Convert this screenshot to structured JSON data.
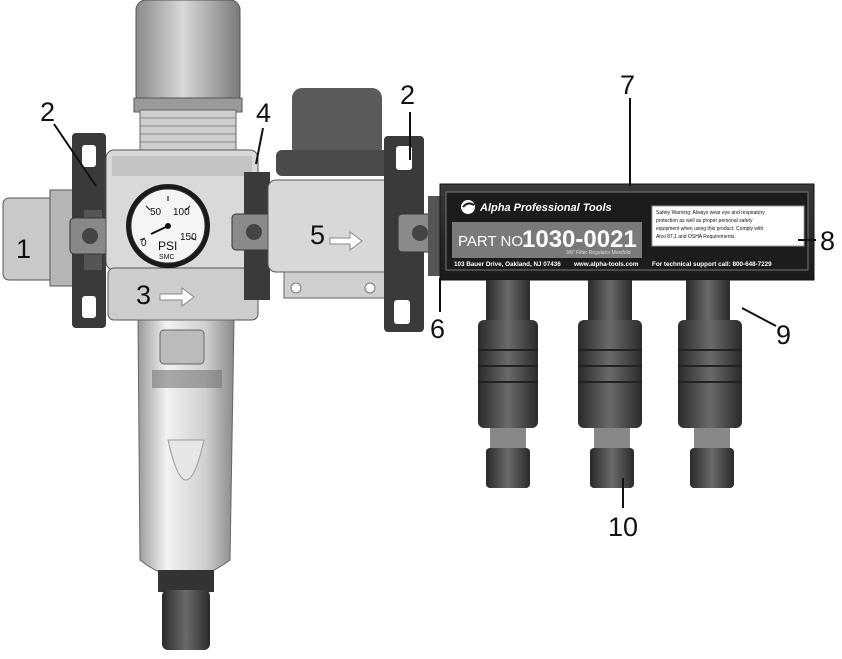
{
  "callouts": {
    "c1": "1",
    "c2a": "2",
    "c2b": "2",
    "c3": "3",
    "c4": "4",
    "c5": "5",
    "c6": "6",
    "c7": "7",
    "c8": "8",
    "c9": "9",
    "c10": "10"
  },
  "gauge": {
    "t0": "0",
    "t50": "50",
    "t100": "100",
    "t150": "150",
    "unit": "PSI",
    "maker": "SMC"
  },
  "nameplate": {
    "brand": "Alpha Professional Tools",
    "part_label": "PART NO",
    "part_number": "1030-0021",
    "subtitle": "3/8\" Filter Regulator Manifold",
    "address": "103 Bauer Drive, Oakland, NJ 07436",
    "website": "www.alpha-tools.com",
    "support": "For technical support call: 800-648-7229",
    "warning_lines": [
      "Safety Warning: Always wear eye and respiratory",
      "protection as well as proper personal safety",
      "equipment when using this product. Comply with",
      "Ansi 87.1 and OSHA Requirements."
    ]
  }
}
